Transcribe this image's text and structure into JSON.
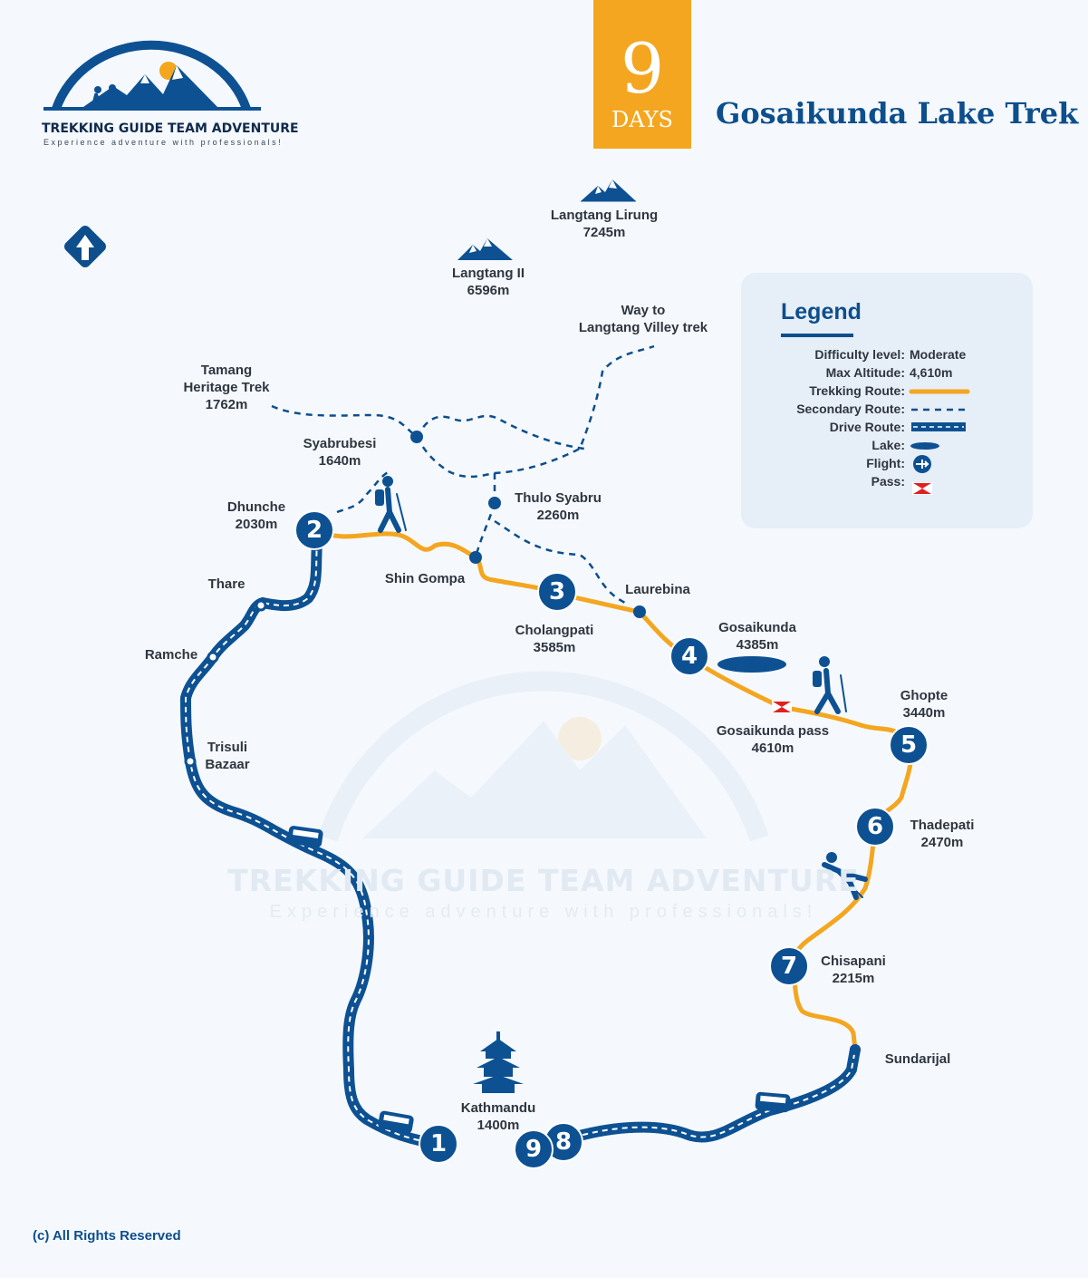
{
  "brand": {
    "name": "TREKKING GUIDE TEAM ADVENTURE",
    "tagline": "Experience adventure with professionals!"
  },
  "header": {
    "days_number": "9",
    "days_label": "DAYS",
    "title": "Gosaikunda Lake Trek"
  },
  "peaks": [
    {
      "name": "Langtang Lirung",
      "altitude": "7245m"
    },
    {
      "name": "Langtang II",
      "altitude": "6596m"
    }
  ],
  "places": {
    "way_to_1": "Way to",
    "way_to_2": "Langtang Villey trek",
    "tamang_1": "Tamang",
    "tamang_2": "Heritage Trek",
    "tamang_alt": "1762m",
    "syabrubesi": "Syabrubesi",
    "syabrubesi_alt": "1640m",
    "thulo_syabru": "Thulo Syabru",
    "thulo_syabru_alt": "2260m",
    "dhunche": "Dhunche",
    "dhunche_alt": "2030m",
    "shin_gompa": "Shin Gompa",
    "laurebina": "Laurebina",
    "thare": "Thare",
    "ramche": "Ramche",
    "cholangpati": "Cholangpati",
    "cholangpati_alt": "3585m",
    "gosaikunda": "Gosaikunda",
    "gosaikunda_alt": "4385m",
    "gosaikunda_pass": "Gosaikunda pass",
    "gosaikunda_pass_alt": "4610m",
    "ghopte": "Ghopte",
    "ghopte_alt": "3440m",
    "trisuli_1": "Trisuli",
    "trisuli_2": "Bazaar",
    "thadepati": "Thadepati",
    "thadepati_alt": "2470m",
    "chisapani": "Chisapani",
    "chisapani_alt": "2215m",
    "sundarijal": "Sundarijal",
    "kathmandu": "Kathmandu",
    "kathmandu_alt": "1400m"
  },
  "days": [
    "1",
    "2",
    "3",
    "4",
    "5",
    "6",
    "7",
    "8",
    "9"
  ],
  "legend": {
    "title": "Legend",
    "difficulty_label": "Difficulty level:",
    "difficulty_value": "Moderate",
    "max_alt_label": "Max Altitude:",
    "max_alt_value": "4,610m",
    "trekking_label": "Trekking Route:",
    "secondary_label": "Secondary Route:",
    "drive_label": "Drive Route:",
    "lake_label": "Lake:",
    "flight_label": "Flight:",
    "pass_label": "Pass:"
  },
  "colors": {
    "trek_route": "#f4a620",
    "drive_route": "#0d5193",
    "secondary_route": "#0d4e8c",
    "accent": "#f4a620",
    "pass": "#e02020"
  },
  "icons": [
    "north-arrow-icon",
    "mountain-icon",
    "hiker-icon",
    "bus-icon",
    "temple-icon",
    "lake-icon",
    "pass-icon",
    "flight-icon"
  ],
  "footer": {
    "copyright": "(c) All Rights Reserved"
  }
}
